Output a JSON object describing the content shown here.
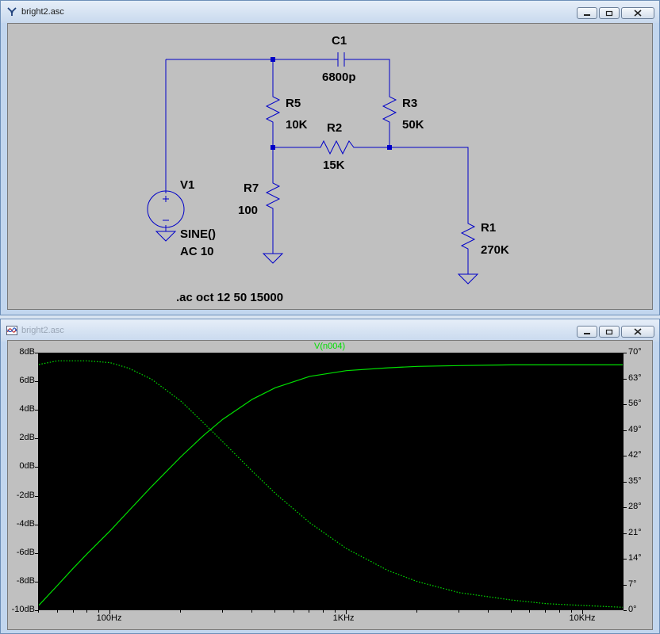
{
  "schematic_window": {
    "title": "bright2.asc",
    "labels": {
      "c1_name": "C1",
      "c1_value": "6800p",
      "r5_name": "R5",
      "r5_value": "10K",
      "r3_name": "R3",
      "r3_value": "50K",
      "r2_name": "R2",
      "r2_value": "15K",
      "v1_name": "V1",
      "v1_fn": "SINE()",
      "v1_ac": "AC 10",
      "r7_name": "R7",
      "r7_value": "100",
      "r1_name": "R1",
      "r1_value": "270K",
      "directive": ".ac oct 12 50 15000"
    }
  },
  "plot_window": {
    "title": "bright2.asc",
    "trace_title": "V(n004)",
    "y_left_ticks": [
      "8dB",
      "6dB",
      "4dB",
      "2dB",
      "0dB",
      "-2dB",
      "-4dB",
      "-6dB",
      "-8dB",
      "-10dB"
    ],
    "y_right_ticks": [
      "70°",
      "63°",
      "56°",
      "49°",
      "42°",
      "35°",
      "28°",
      "21°",
      "14°",
      "7°",
      "0°"
    ],
    "x_ticks": [
      "100Hz",
      "1KHz",
      "10KHz"
    ],
    "trace_color": "#00e000"
  },
  "chart_data": {
    "type": "line",
    "title": "V(n004)",
    "xlabel": "",
    "ylabel": "",
    "x_scale": "log",
    "xlim": [
      50,
      15000
    ],
    "ylim": [
      -10,
      8
    ],
    "y2lim": [
      0,
      70
    ],
    "grid": false,
    "series": [
      {
        "axis": "magnitude_db",
        "x": [
          50,
          60,
          70,
          80,
          100,
          120,
          150,
          200,
          250,
          300,
          400,
          500,
          700,
          1000,
          1500,
          2000,
          3000,
          5000,
          7000,
          10000,
          15000
        ],
        "y": [
          -9.6,
          -8.2,
          -7.0,
          -6.0,
          -4.4,
          -3.0,
          -1.3,
          0.8,
          2.3,
          3.4,
          4.8,
          5.6,
          6.4,
          6.8,
          7.0,
          7.1,
          7.15,
          7.2,
          7.2,
          7.2,
          7.2
        ]
      },
      {
        "axis": "phase_deg",
        "x": [
          50,
          60,
          70,
          80,
          100,
          120,
          150,
          200,
          250,
          300,
          400,
          500,
          700,
          1000,
          1500,
          2000,
          3000,
          5000,
          7000,
          10000,
          15000
        ],
        "y": [
          67,
          68,
          68,
          68,
          67.5,
          66,
          63,
          57,
          51,
          46,
          38,
          32,
          24,
          17,
          11,
          8,
          5,
          3,
          2,
          1.5,
          1
        ]
      }
    ]
  }
}
